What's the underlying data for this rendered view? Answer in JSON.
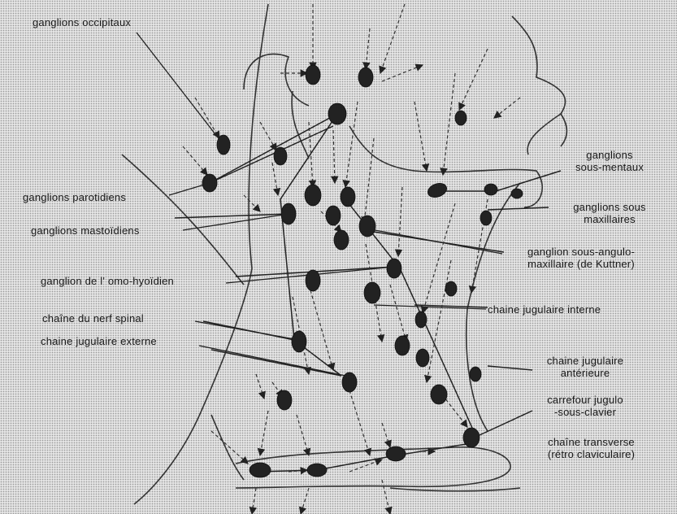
{
  "labels": {
    "occipitaux": "ganglions occipitaux",
    "sous_mentaux": [
      "ganglions",
      "sous-mentaux"
    ],
    "parotidiens": "ganglions parotidiens",
    "sous_maxillaires": [
      "ganglions sous",
      "maxillaires"
    ],
    "mastoidiens": "ganglions mastoïdiens",
    "sous_angulo": [
      "ganglion sous-angulo-",
      "maxillaire (de Kuttner)"
    ],
    "omo_hyoidien": "ganglion de l' omo-hyoïdien",
    "jugulaire_interne": "chaine jugulaire interne",
    "nerf_spinal": "chaîne du nerf spinal",
    "jugulaire_externe": "chaine jugulaire externe",
    "jugulaire_anterieure": [
      "chaine jugulaire",
      "antérieure"
    ],
    "carrefour": [
      "carrefour jugulo",
      "-sous-clavier"
    ],
    "transverse": [
      "chaîne transverse",
      "(rétro claviculaire)"
    ]
  }
}
